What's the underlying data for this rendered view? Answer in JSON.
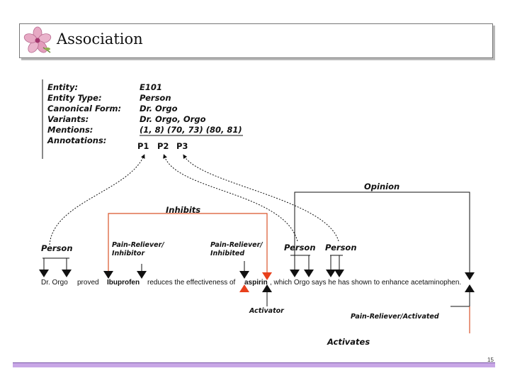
{
  "title": "Association",
  "entity": {
    "labels": [
      "Entity:",
      "Entity Type:",
      "Canonical Form:",
      "Variants:",
      "Mentions:",
      "Annotations:"
    ],
    "values": [
      "E101",
      "Person",
      "Dr. Orgo",
      "Dr. Orgo, Orgo",
      "(1, 8) (70, 73)  (80, 81)"
    ],
    "annotations": [
      "P1",
      "P2",
      "P3"
    ]
  },
  "relations": {
    "opinion": "Opinion",
    "inhibits": "Inhibits",
    "activates": "Activates",
    "activator": "Activator",
    "pain_reliever_activated": "Pain-Reliever/Activated"
  },
  "tags": {
    "person1": "Person",
    "pain_reliever_inhibitor": [
      "Pain-Reliever/",
      "Inhibitor"
    ],
    "pain_reliever_inhibited": [
      "Pain-Reliever/",
      "Inhibited"
    ],
    "person2": "Person",
    "person3": "Person"
  },
  "sentence": {
    "part1": "Dr. Orgo",
    "part2": "proved",
    "part3": "Ibuprofen",
    "part4": "reduces the effectiveness of",
    "part5": "aspirin",
    "part6": ", which Orgo says he has shown to enhance acetaminophen."
  },
  "page_number": "15",
  "colors": {
    "relation_line": "#d9542a",
    "accent_bar": "#c8a6e6",
    "triangle_red": "#e8401c"
  }
}
